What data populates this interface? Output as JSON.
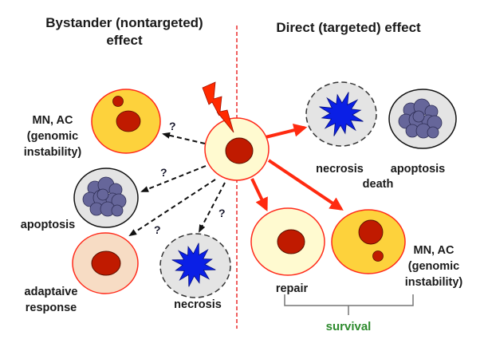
{
  "titles": {
    "bystander_line1": "Bystander (nontargeted)",
    "bystander_line2": "effect",
    "direct": "Direct (targeted) effect"
  },
  "bystander": {
    "mnac": {
      "line1": "MN, AC",
      "line2": "(genomic",
      "line3": "instability)"
    },
    "apoptosis": "apoptosis",
    "adaptive": {
      "line1": "adaptaive",
      "line2": "response"
    },
    "necrosis": "necrosis",
    "question_mark": "?"
  },
  "direct": {
    "necrosis": "necrosis",
    "apoptosis": "apoptosis",
    "death": "death",
    "repair": "repair",
    "mnac": {
      "line1": "MN, AC",
      "line2": "(genomic",
      "line3": "instability)"
    },
    "survival": "survival"
  },
  "colors": {
    "divider": "#f06060",
    "cell_normal_fill": "#fffad0",
    "cell_border": "#ff2a1a",
    "nucleus": "#c01a00",
    "mnac_fill": "#fdd23c",
    "adaptive_fill": "#f7dcc4",
    "dead_cell_fill": "#e4e4e4",
    "necrosis_star": "#0a1fe6",
    "apoptotic_body": "#66669a",
    "arrow_direct": "#ff2a10",
    "survival_text": "#2e8b2e"
  }
}
